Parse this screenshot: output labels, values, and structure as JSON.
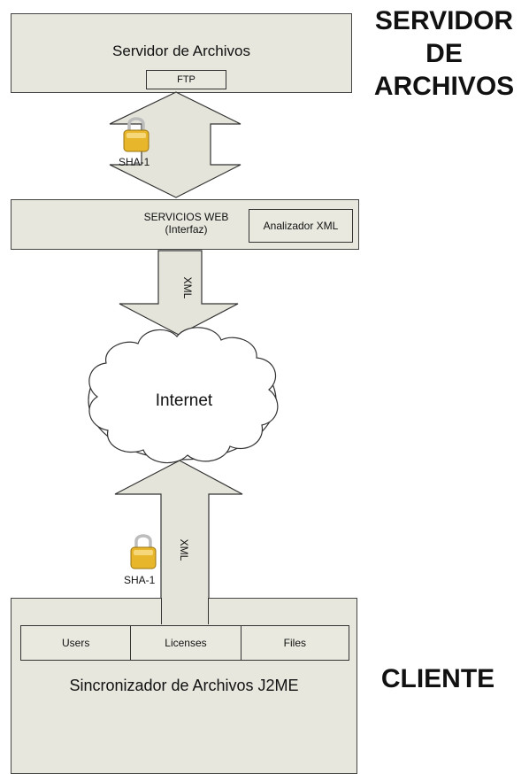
{
  "labels": {
    "server_title_line1": "SERVIDOR",
    "server_title_line2": "DE",
    "server_title_line3": "ARCHIVOS",
    "client_title": "CLIENTE"
  },
  "server_box": {
    "title": "Servidor de Archivos",
    "ftp": "FTP"
  },
  "web_services_box": {
    "title_line1": "SERVICIOS WEB",
    "title_line2": "(Interfaz)",
    "analyzer": "Analizador XML"
  },
  "arrows": {
    "server_ws_lock_label": "SHA-1",
    "ws_internet_label": "XML",
    "client_internet_label": "XML",
    "client_lock_label": "SHA-1"
  },
  "cloud": {
    "label": "Internet"
  },
  "client_box": {
    "modules": [
      "Users",
      "Licenses",
      "Files"
    ],
    "title": "Sincronizador de Archivos J2ME"
  },
  "colors": {
    "box_fill": "#e7e7de",
    "arrow_fill": "#e4e4da",
    "lock_body": "#e8b62a",
    "lock_shackle": "#c9c9c9"
  }
}
